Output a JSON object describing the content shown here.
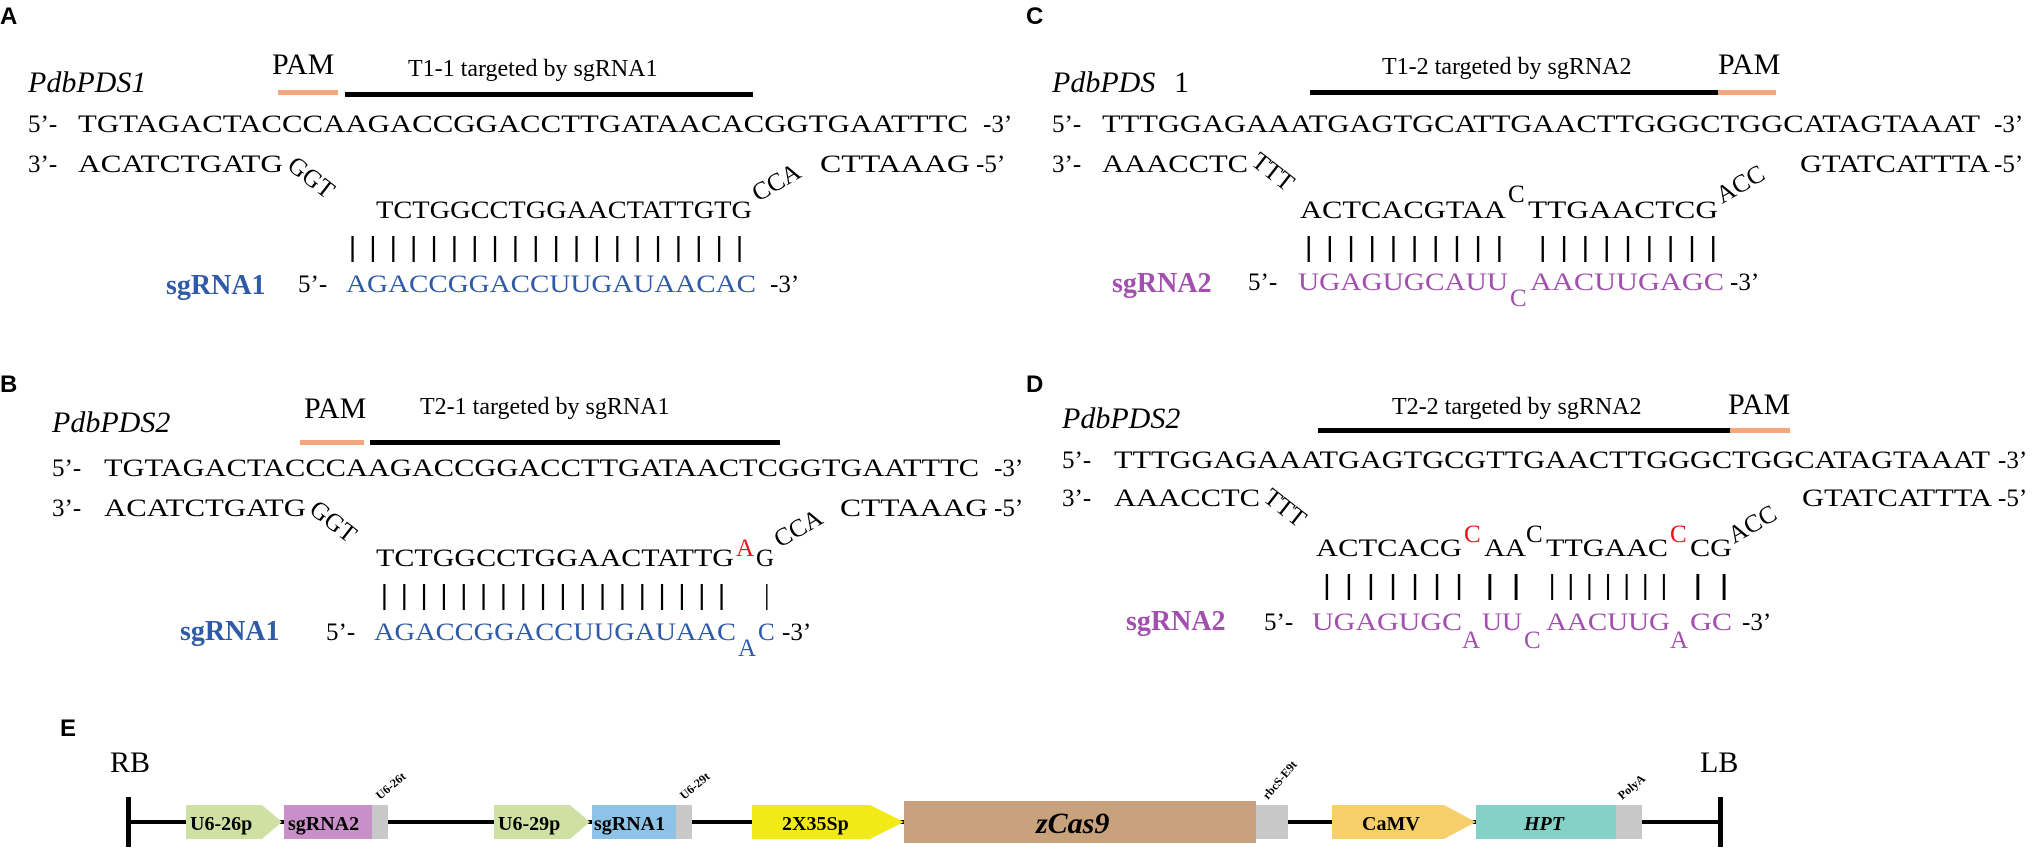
{
  "colors": {
    "black": "#000000",
    "pam_bar": "#f4a77a",
    "sg1_blue": "#2e5aa8",
    "sg2_purple": "#a24fb0",
    "mismatch_red": "#e8141b",
    "promoter_green": "#cfe0a3",
    "sgrna2_box": "#c98fc8",
    "sgrna1_box": "#8ec3e8",
    "terminator_gray": "#c8c8c8",
    "p35s_yellow": "#f2ea14",
    "zcas9_tan": "#c8a27c",
    "camv_orange": "#f7cf6a",
    "hpt_teal": "#84d1c8"
  },
  "panels": [
    {
      "letter": "A",
      "gene": "PdbPDS1",
      "pam": "PAM",
      "target_label": "T1-1 targeted by sgRNA1",
      "top_prefix": "5’-",
      "top_seq": "TGTAGACTACCCAAGACCGGACCTTGATAACACGGTGAATTTC",
      "top_suffix": "-3’",
      "bot_prefix": "3’-",
      "bot_left": "ACATCTGATG",
      "bot_left_bend": "GGT",
      "bot_mid": "TCTGGCCTGGAACTATTGTG",
      "bot_right_bend": "CCA",
      "bot_right": "CTTAAAG",
      "bot_suffix": "-5’",
      "pair_ticks": "| | | | | | | | | | | | | | | | | | | |",
      "sg_name": "sgRNA1",
      "sg_prefix": "5’-",
      "sg_seq": "AGACCGGACCUUGAUAACAC",
      "sg_suffix": "-3’"
    },
    {
      "letter": "B",
      "gene": "PdbPDS2",
      "pam": "PAM",
      "target_label": "T2-1 targeted by sgRNA1",
      "top_prefix": "5’-",
      "top_seq": "TGTAGACTACCCAAGACCGGACCTTGATAACTCGGTGAATTTC",
      "top_suffix": "-3’",
      "bot_prefix": "3’-",
      "bot_left": "ACATCTGATG",
      "bot_left_bend": "GGT",
      "bot_mid": "TCTGGCCTGGAACTATTG",
      "bot_mm": "A",
      "bot_mid2": "G",
      "bot_right_bend": "CCA",
      "bot_right": "CTTAAAG",
      "bot_suffix": "-5’",
      "pair_ticks": "| | | | | | | | | | | | | | | | | |",
      "pair_tick_end": "|",
      "sg_name": "sgRNA1",
      "sg_prefix": "5’-",
      "sg_seq": "AGACCGGACCUUGAUAAC",
      "sg_bulge": "A",
      "sg_seq2": "C",
      "sg_suffix": "-3’"
    },
    {
      "letter": "C",
      "gene": "PdbPDS",
      "gene_tail": "1",
      "pam": "PAM",
      "target_label": "T1-2 targeted by sgRNA2",
      "top_prefix": "5’-",
      "top_seq": "TTTGGAGAAATGAGTGCATTGAACTTGGGCTGGCATAGTAAAT",
      "top_suffix": "-3’",
      "bot_prefix": "3’-",
      "bot_left": "AAACCTC",
      "bot_left_bend": "TTT",
      "bot_mid": "ACTCACGTAA",
      "bot_up": "C",
      "bot_mid2": "TTGAACTCG",
      "bot_right_bend": "ACC",
      "bot_right": "GTATCATTTA",
      "bot_suffix": "-5’",
      "pair_ticks": "| | | | | | | | | |",
      "pair_ticks2": "| | | | | | | | |",
      "sg_name": "sgRNA2",
      "sg_prefix": "5’-",
      "sg_seq": "UGAGUGCAUU",
      "sg_bulge": "C",
      "sg_seq2": "AACUUGAGC",
      "sg_suffix": "-3’"
    },
    {
      "letter": "D",
      "gene": "PdbPDS2",
      "pam": "PAM",
      "target_label": "T2-2 targeted by sgRNA2",
      "top_prefix": "5’-",
      "top_seq": "TTTGGAGAAATGAGTGCGTTGAACTTGGGCTGGCATAGTAAAT",
      "top_suffix": "-3’",
      "bot_prefix": "3’-",
      "bot_left": "AAACCTC",
      "bot_left_bend": "TTT",
      "bot_a": "ACTCACG",
      "bot_r1": "C",
      "bot_b": "AA",
      "bot_up": "C",
      "bot_c": "TTGAAC",
      "bot_r2": "C",
      "bot_d": "CG",
      "bot_right_bend": "ACC",
      "bot_right": "GTATCATTTA",
      "bot_suffix": "-5’",
      "pair_ticks": "| | | | | | |",
      "pair_ticks2": "| |",
      "pair_ticks3": "| | | | | | |",
      "pair_ticks4": "| |",
      "sg_name": "sgRNA2",
      "sg_prefix": "5’-",
      "sg_a": "UGAGUGC",
      "sg_b1": "A",
      "sg_b": "UU",
      "sg_b2": "C",
      "sg_c": "AACUUG",
      "sg_b3": "A",
      "sg_d": "GC",
      "sg_suffix": "-3’"
    }
  ],
  "construct": {
    "letter": "E",
    "rb": "RB",
    "lb": "LB",
    "elements": [
      {
        "name": "U6-26p"
      },
      {
        "name": "sgRNA2"
      },
      {
        "name": "U6-26t"
      },
      {
        "name": "U6-29p"
      },
      {
        "name": "sgRNA1"
      },
      {
        "name": "U6-29t"
      },
      {
        "name": "2X35Sp"
      },
      {
        "name": "zCas9"
      },
      {
        "name": "rbcS-E9t"
      },
      {
        "name": "CaMV"
      },
      {
        "name": "HPT"
      },
      {
        "name": "PolyA"
      }
    ]
  }
}
